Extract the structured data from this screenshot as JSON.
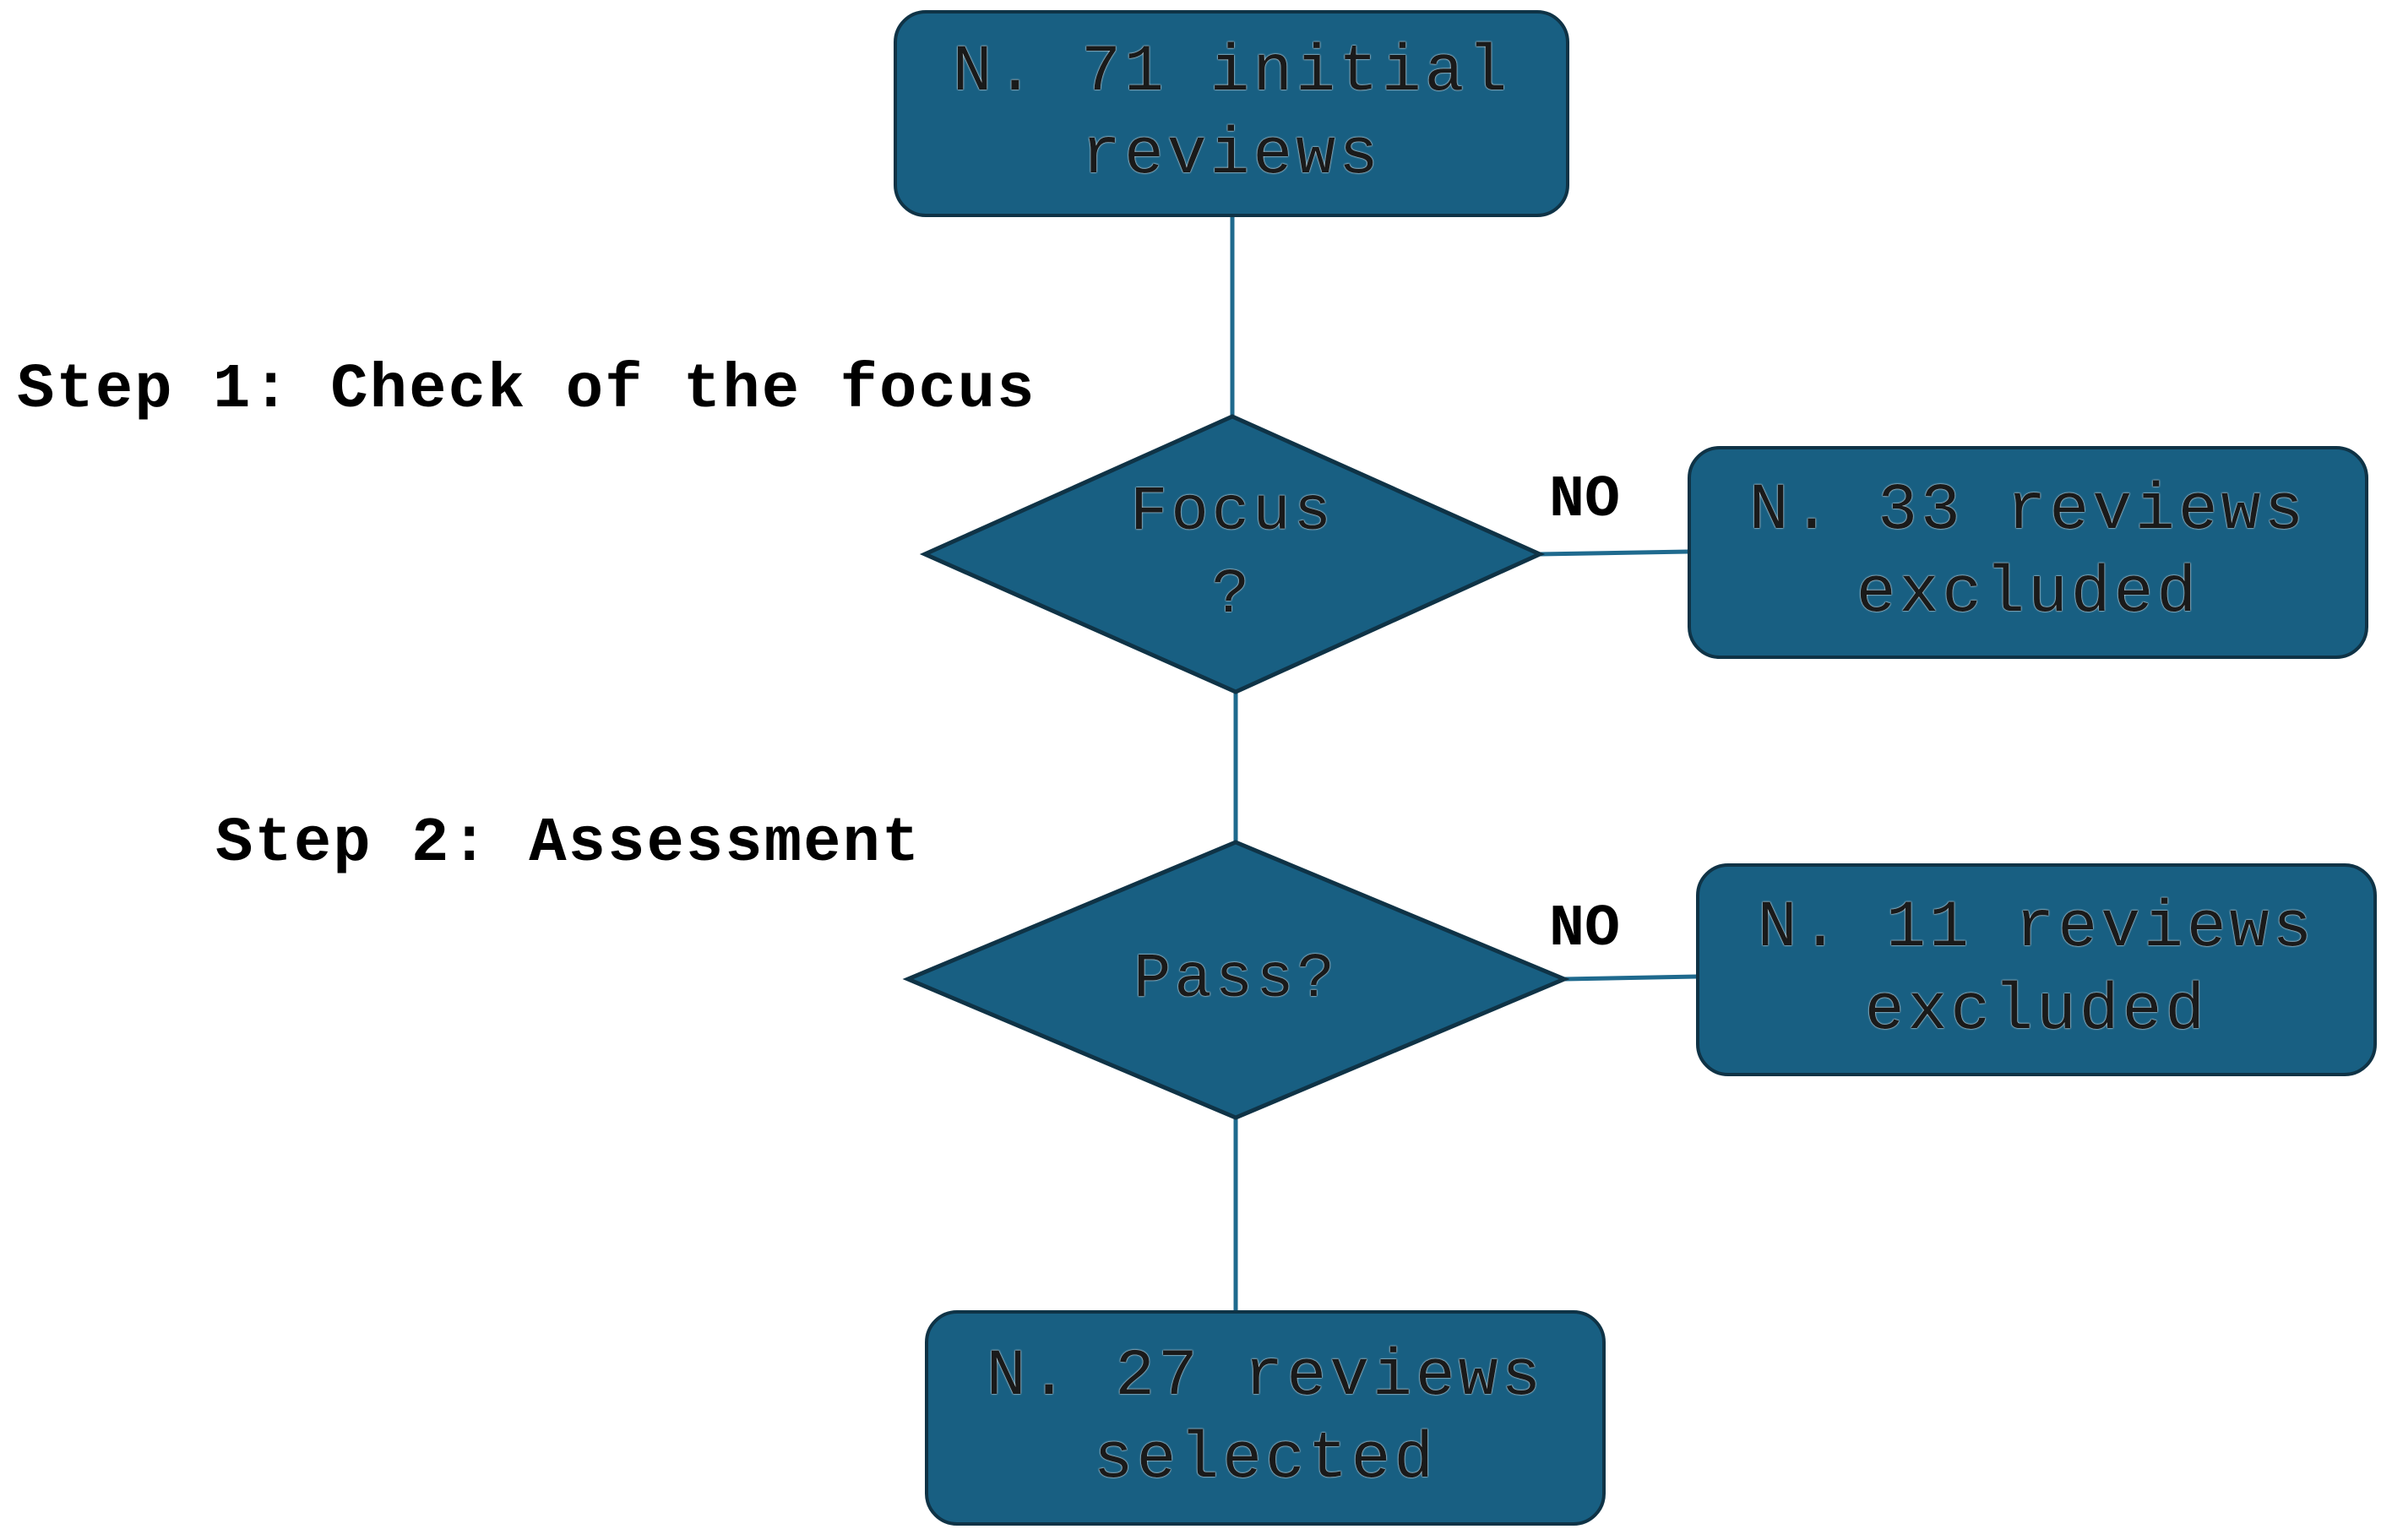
{
  "colors": {
    "fill": "#185f82",
    "stroke": "#0f3346",
    "connector": "#1f6a8e",
    "text": "#1a1a1a"
  },
  "nodes": {
    "start": {
      "lines": [
        "N. 71 initial",
        "reviews"
      ]
    },
    "decision_focus": {
      "lines": [
        "Focus",
        "?"
      ]
    },
    "excluded_focus": {
      "lines": [
        "N. 33 reviews",
        "excluded"
      ]
    },
    "decision_pass": {
      "lines": [
        "Pass?"
      ]
    },
    "excluded_pass": {
      "lines": [
        "N. 11 reviews",
        "excluded"
      ]
    },
    "selected": {
      "lines": [
        "N. 27 reviews",
        "selected"
      ]
    }
  },
  "steps": {
    "step1": "Step 1: Check of the focus",
    "step2": "Step 2: Assessment"
  },
  "branches": {
    "no_focus": "NO",
    "no_pass": "NO"
  }
}
